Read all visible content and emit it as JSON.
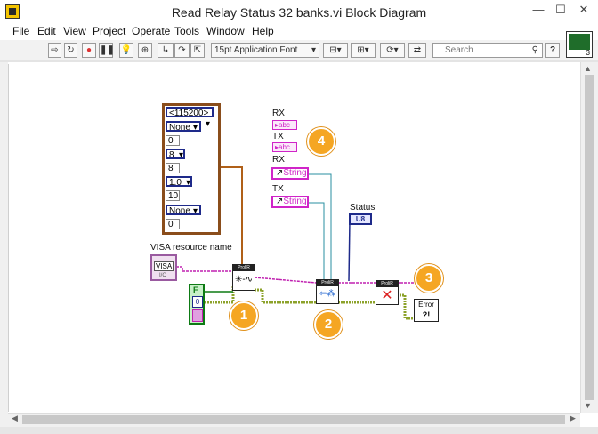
{
  "window": {
    "title": "Read Relay Status 32 banks.vi Block Diagram",
    "minimize": "—",
    "maximize": "☐",
    "close": "✕"
  },
  "menu": [
    "File",
    "Edit",
    "View",
    "Project",
    "Operate",
    "Tools",
    "Window",
    "Help"
  ],
  "toolbar": {
    "font_label": "15pt Application Font",
    "search_placeholder": "Search",
    "context_help_number": "3"
  },
  "diagram": {
    "cluster": [
      "<115200>",
      "None",
      "0",
      "8",
      "8",
      "1.0",
      "10",
      "None",
      "0"
    ],
    "visa_label": "VISA resource name",
    "visa_text": "VISA",
    "visa_sub": "I/O",
    "bool_label": "F",
    "bool_value": "0",
    "rx_label_top": "RX",
    "tx_label_top": "TX",
    "rx_label": "RX",
    "tx_label": "TX",
    "string_text": "String",
    "abc_text": "abc",
    "status_label": "Status",
    "status_type": "U8",
    "error_text": "Error",
    "badges": [
      "1",
      "2",
      "3",
      "4"
    ],
    "prolib": "ProliR"
  },
  "colors": {
    "pink_wire": "#d024c8",
    "blue_wire": "#2a3dbf",
    "green_wire": "#6a8f16",
    "orange_wire": "#b06018",
    "teal_wire": "#2a8fa0",
    "badge": "#f5a623"
  }
}
